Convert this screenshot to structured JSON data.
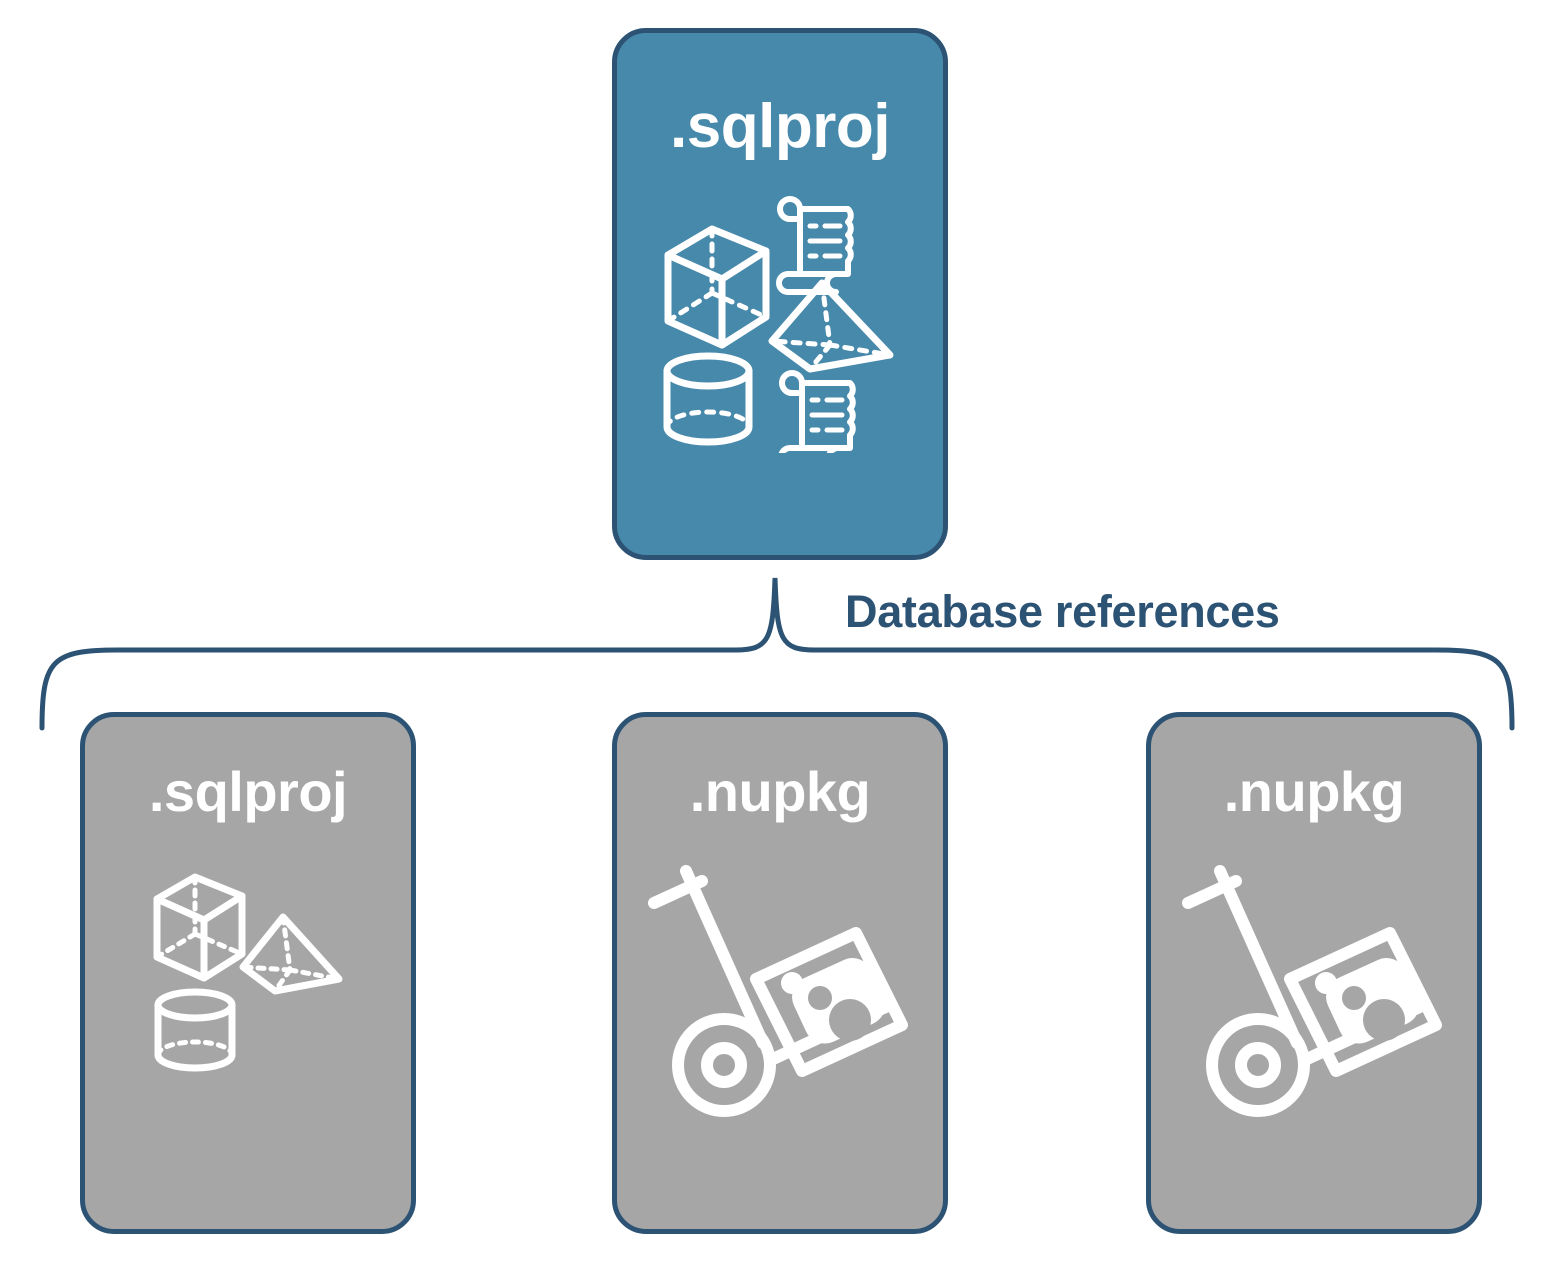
{
  "diagram": {
    "type": "hierarchy-reference-diagram",
    "background_color": "#ffffff",
    "accent_color": "#2d5374",
    "blue_fill": "#4789ab",
    "gray_fill": "#a6a6a6",
    "text_color": "#ffffff",
    "connector": {
      "label": "Database references",
      "style": "curly-brace",
      "color": "#2d5374",
      "from": "root-card",
      "to": [
        "reference-card-sqlproj",
        "reference-card-nupkg-1",
        "reference-card-nupkg-2"
      ]
    },
    "root": {
      "name": "root-card",
      "title": ".sqlproj",
      "fill": "#4789ab",
      "icons": [
        "cube-icon",
        "scroll-icon",
        "pyramid-icon",
        "cylinder-icon",
        "scroll-icon"
      ]
    },
    "references": [
      {
        "name": "reference-card-sqlproj",
        "title": ".sqlproj",
        "fill": "#a6a6a6",
        "icons": [
          "cube-icon",
          "pyramid-icon",
          "cylinder-icon"
        ]
      },
      {
        "name": "reference-card-nupkg-1",
        "title": ".nupkg",
        "fill": "#a6a6a6",
        "icons": [
          "package-handtruck-icon"
        ]
      },
      {
        "name": "reference-card-nupkg-2",
        "title": ".nupkg",
        "fill": "#a6a6a6",
        "icons": [
          "package-handtruck-icon"
        ]
      }
    ]
  }
}
